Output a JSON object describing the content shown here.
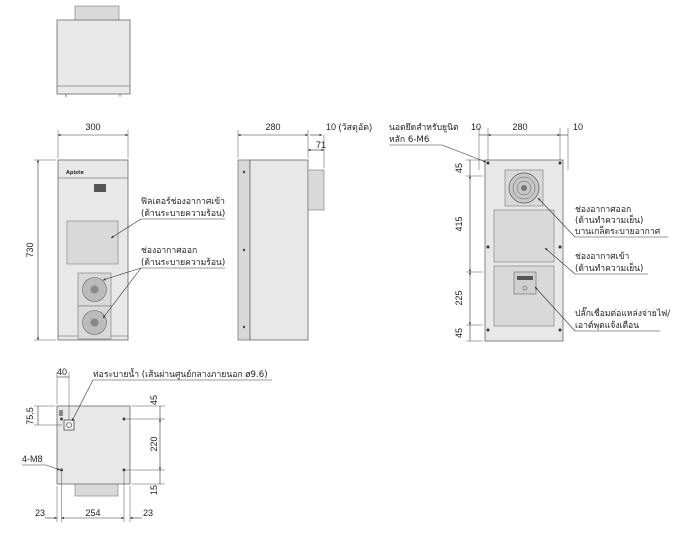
{
  "front_view": {
    "width_dim": "300",
    "height_dim": "730",
    "brand": "Apiste",
    "filter_label_line1": "ฟิลเตอร์ช่องอากาศเข้า",
    "filter_label_line2": "(ด้านระบายความร้อน)",
    "outlet_label_line1": "ช่องอากาศออก",
    "outlet_label_line2": "(ด้านระบายความร้อน)"
  },
  "side_view": {
    "depth_dim": "280",
    "screw_dim": "10 (วัสดุอัด)",
    "protrusion_dim": "71"
  },
  "rear_view": {
    "mount_label_line1": "นอตยึดสำหรับยูนิต",
    "mount_label_line2": "หลัก 6-M6",
    "left_margin_dim": "10",
    "width_dim": "280",
    "right_margin_dim": "10",
    "top_dim": "45",
    "mid_dim": "415",
    "lower_dim": "225",
    "bottom_dim": "45",
    "outlet_label_line1": "ช่องอากาศออก",
    "outlet_label_line2": "(ด้านทำความเย็น)",
    "outlet_label_line3": "บานเกล็ดระบายอากาศ",
    "inlet_label_line1": "ช่องอากาศเข้า",
    "inlet_label_line2": "(ด้านทำความเย็น)",
    "socket_label_line1": "ปลั๊กเชื่อมต่อแหล่งจ่ายไฟ/",
    "socket_label_line2": "เอาต์พุตแจ้งเตือน"
  },
  "bottom_view": {
    "drain_offset_dim": "40",
    "drain_label": "ท่อระบายน้ำ (เส้นผ่านศูนย์กลางภายนอก ø9.6)",
    "drain_height_dim": "75.5",
    "bolt_label": "4-M8",
    "top_margin_dim": "45",
    "hole_spacing_dim": "220",
    "bottom_margin_dim": "15",
    "left_margin_dim": "23",
    "hole_width_dim": "254",
    "right_margin_dim": "23"
  }
}
